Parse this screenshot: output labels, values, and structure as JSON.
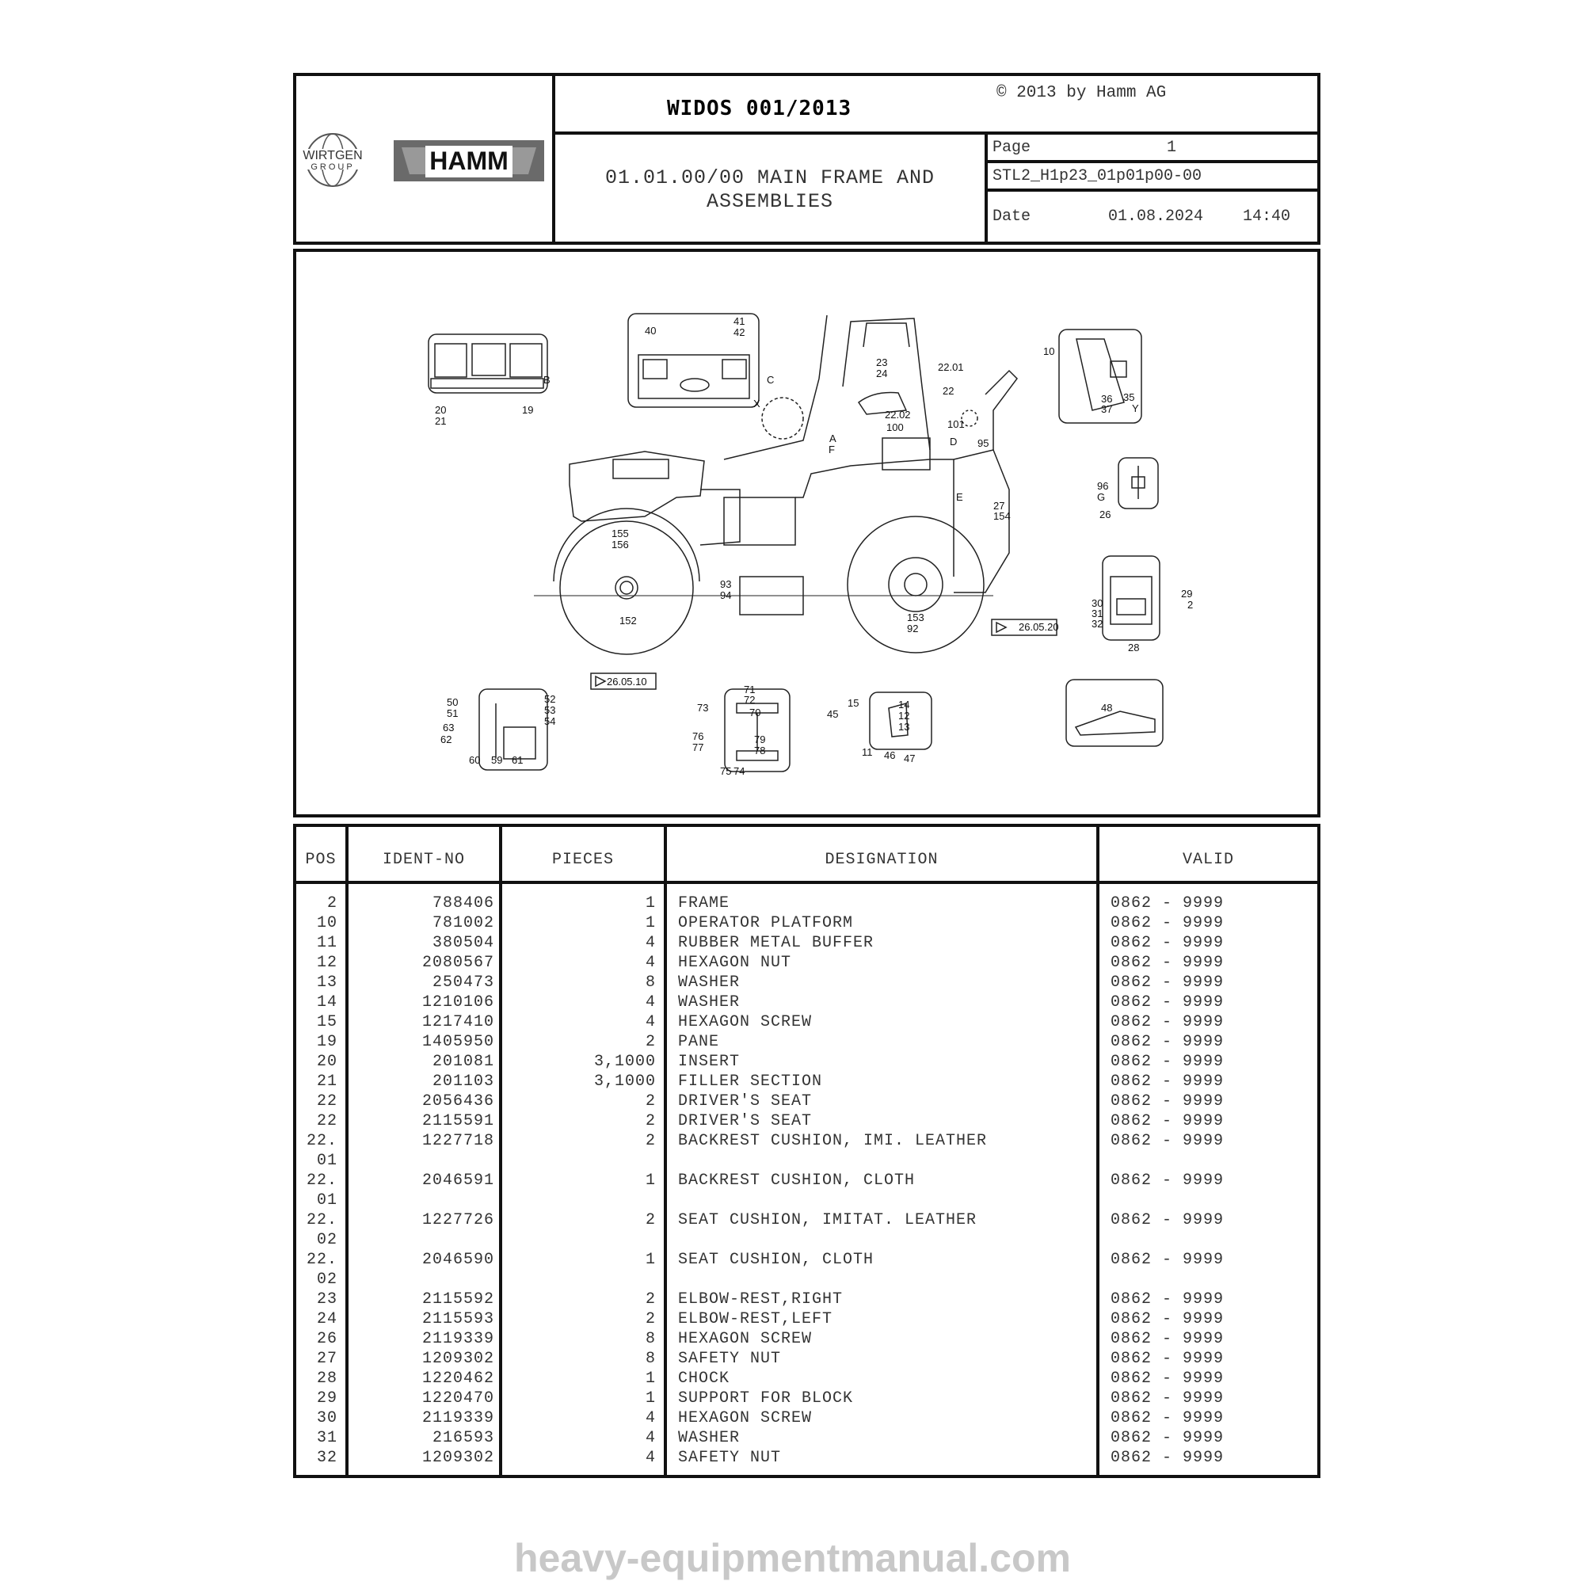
{
  "header": {
    "doc_title": "WIDOS 001/2013",
    "copyright": "© 2013 by Hamm AG",
    "section_title_line1": "01.01.00/00 MAIN FRAME AND",
    "section_title_line2": "ASSEMBLIES",
    "page_label": "Page",
    "page_number": "1",
    "stl_code": "STL2_H1p23_01p01p00-00",
    "date_label": "Date",
    "date_value": "01.08.2024",
    "time_value": "14:40",
    "wirtgen_logo_line1": "WIRTGEN",
    "wirtgen_logo_line2": "GROUP",
    "hamm_logo_text": "HAMM"
  },
  "drawing": {
    "callouts": [
      "20",
      "21",
      "19",
      "B",
      "40",
      "41",
      "42",
      "C",
      "X",
      "10",
      "36",
      "37",
      "35",
      "Y",
      "23",
      "24",
      "22.01",
      "22",
      "22.02",
      "101",
      "100",
      "A",
      "D",
      "F",
      "E",
      "95",
      "96",
      "G",
      "2",
      "26",
      "27",
      "154",
      "155",
      "156",
      "152",
      "153",
      "92",
      "93",
      "94",
      "26.05.20",
      "26.05.10",
      "29",
      "30",
      "31",
      "32",
      "28",
      "50",
      "51",
      "52",
      "53",
      "54",
      "63",
      "62",
      "60",
      "59",
      "61",
      "73",
      "71",
      "72",
      "70",
      "76",
      "77",
      "79",
      "78",
      "75",
      "74",
      "15",
      "14",
      "12",
      "13",
      "11",
      "45",
      "46",
      "47",
      "48"
    ]
  },
  "table": {
    "columns": [
      "POS",
      "IDENT-NO",
      "PIECES",
      "DESIGNATION",
      "VALID"
    ],
    "rows": [
      {
        "pos": "2",
        "pos2": "",
        "ident": "788406",
        "pieces": "1",
        "designation": "FRAME",
        "valid": "0862 - 9999"
      },
      {
        "pos": "10",
        "pos2": "",
        "ident": "781002",
        "pieces": "1",
        "designation": "OPERATOR PLATFORM",
        "valid": "0862 - 9999"
      },
      {
        "pos": "11",
        "pos2": "",
        "ident": "380504",
        "pieces": "4",
        "designation": "RUBBER METAL BUFFER",
        "valid": "0862 - 9999"
      },
      {
        "pos": "12",
        "pos2": "",
        "ident": "2080567",
        "pieces": "4",
        "designation": "HEXAGON NUT",
        "valid": "0862 - 9999"
      },
      {
        "pos": "13",
        "pos2": "",
        "ident": "250473",
        "pieces": "8",
        "designation": "WASHER",
        "valid": "0862 - 9999"
      },
      {
        "pos": "14",
        "pos2": "",
        "ident": "1210106",
        "pieces": "4",
        "designation": "WASHER",
        "valid": "0862 - 9999"
      },
      {
        "pos": "15",
        "pos2": "",
        "ident": "1217410",
        "pieces": "4",
        "designation": "HEXAGON SCREW",
        "valid": "0862 - 9999"
      },
      {
        "pos": "19",
        "pos2": "",
        "ident": "1405950",
        "pieces": "2",
        "designation": "PANE",
        "valid": "0862 - 9999"
      },
      {
        "pos": "20",
        "pos2": "",
        "ident": "201081",
        "pieces": "3,1000",
        "designation": "INSERT",
        "valid": "0862 - 9999"
      },
      {
        "pos": "21",
        "pos2": "",
        "ident": "201103",
        "pieces": "3,1000",
        "designation": "FILLER SECTION",
        "valid": "0862 - 9999"
      },
      {
        "pos": "22",
        "pos2": "",
        "ident": "2056436",
        "pieces": "2",
        "designation": "DRIVER'S SEAT",
        "valid": "0862 - 9999"
      },
      {
        "pos": "22",
        "pos2": "",
        "ident": "2115591",
        "pieces": "2",
        "designation": "DRIVER'S SEAT",
        "valid": "0862 - 9999"
      },
      {
        "pos": "22.",
        "pos2": "01",
        "ident": "1227718",
        "pieces": "2",
        "designation": "BACKREST CUSHION, IMI. LEATHER",
        "valid": "0862 - 9999"
      },
      {
        "pos": "22.",
        "pos2": "01",
        "ident": "2046591",
        "pieces": "1",
        "designation": "BACKREST CUSHION, CLOTH",
        "valid": "0862 - 9999"
      },
      {
        "pos": "22.",
        "pos2": "02",
        "ident": "1227726",
        "pieces": "2",
        "designation": "SEAT CUSHION, IMITAT. LEATHER",
        "valid": "0862 - 9999"
      },
      {
        "pos": "22.",
        "pos2": "02",
        "ident": "2046590",
        "pieces": "1",
        "designation": "SEAT CUSHION, CLOTH",
        "valid": "0862 - 9999"
      },
      {
        "pos": "23",
        "pos2": "",
        "ident": "2115592",
        "pieces": "2",
        "designation": "ELBOW-REST,RIGHT",
        "valid": "0862 - 9999"
      },
      {
        "pos": "24",
        "pos2": "",
        "ident": "2115593",
        "pieces": "2",
        "designation": "ELBOW-REST,LEFT",
        "valid": "0862 - 9999"
      },
      {
        "pos": "26",
        "pos2": "",
        "ident": "2119339",
        "pieces": "8",
        "designation": "HEXAGON SCREW",
        "valid": "0862 - 9999"
      },
      {
        "pos": "27",
        "pos2": "",
        "ident": "1209302",
        "pieces": "8",
        "designation": "SAFETY NUT",
        "valid": "0862 - 9999"
      },
      {
        "pos": "28",
        "pos2": "",
        "ident": "1220462",
        "pieces": "1",
        "designation": "CHOCK",
        "valid": "0862 - 9999"
      },
      {
        "pos": "29",
        "pos2": "",
        "ident": "1220470",
        "pieces": "1",
        "designation": "SUPPORT FOR BLOCK",
        "valid": "0862 - 9999"
      },
      {
        "pos": "30",
        "pos2": "",
        "ident": "2119339",
        "pieces": "4",
        "designation": "HEXAGON SCREW",
        "valid": "0862 - 9999"
      },
      {
        "pos": "31",
        "pos2": "",
        "ident": "216593",
        "pieces": "4",
        "designation": "WASHER",
        "valid": "0862 - 9999"
      },
      {
        "pos": "32",
        "pos2": "",
        "ident": "1209302",
        "pieces": "4",
        "designation": "SAFETY NUT",
        "valid": "0862 - 9999"
      }
    ]
  },
  "footer": {
    "watermark": "heavy-equipmentmanual.com"
  }
}
